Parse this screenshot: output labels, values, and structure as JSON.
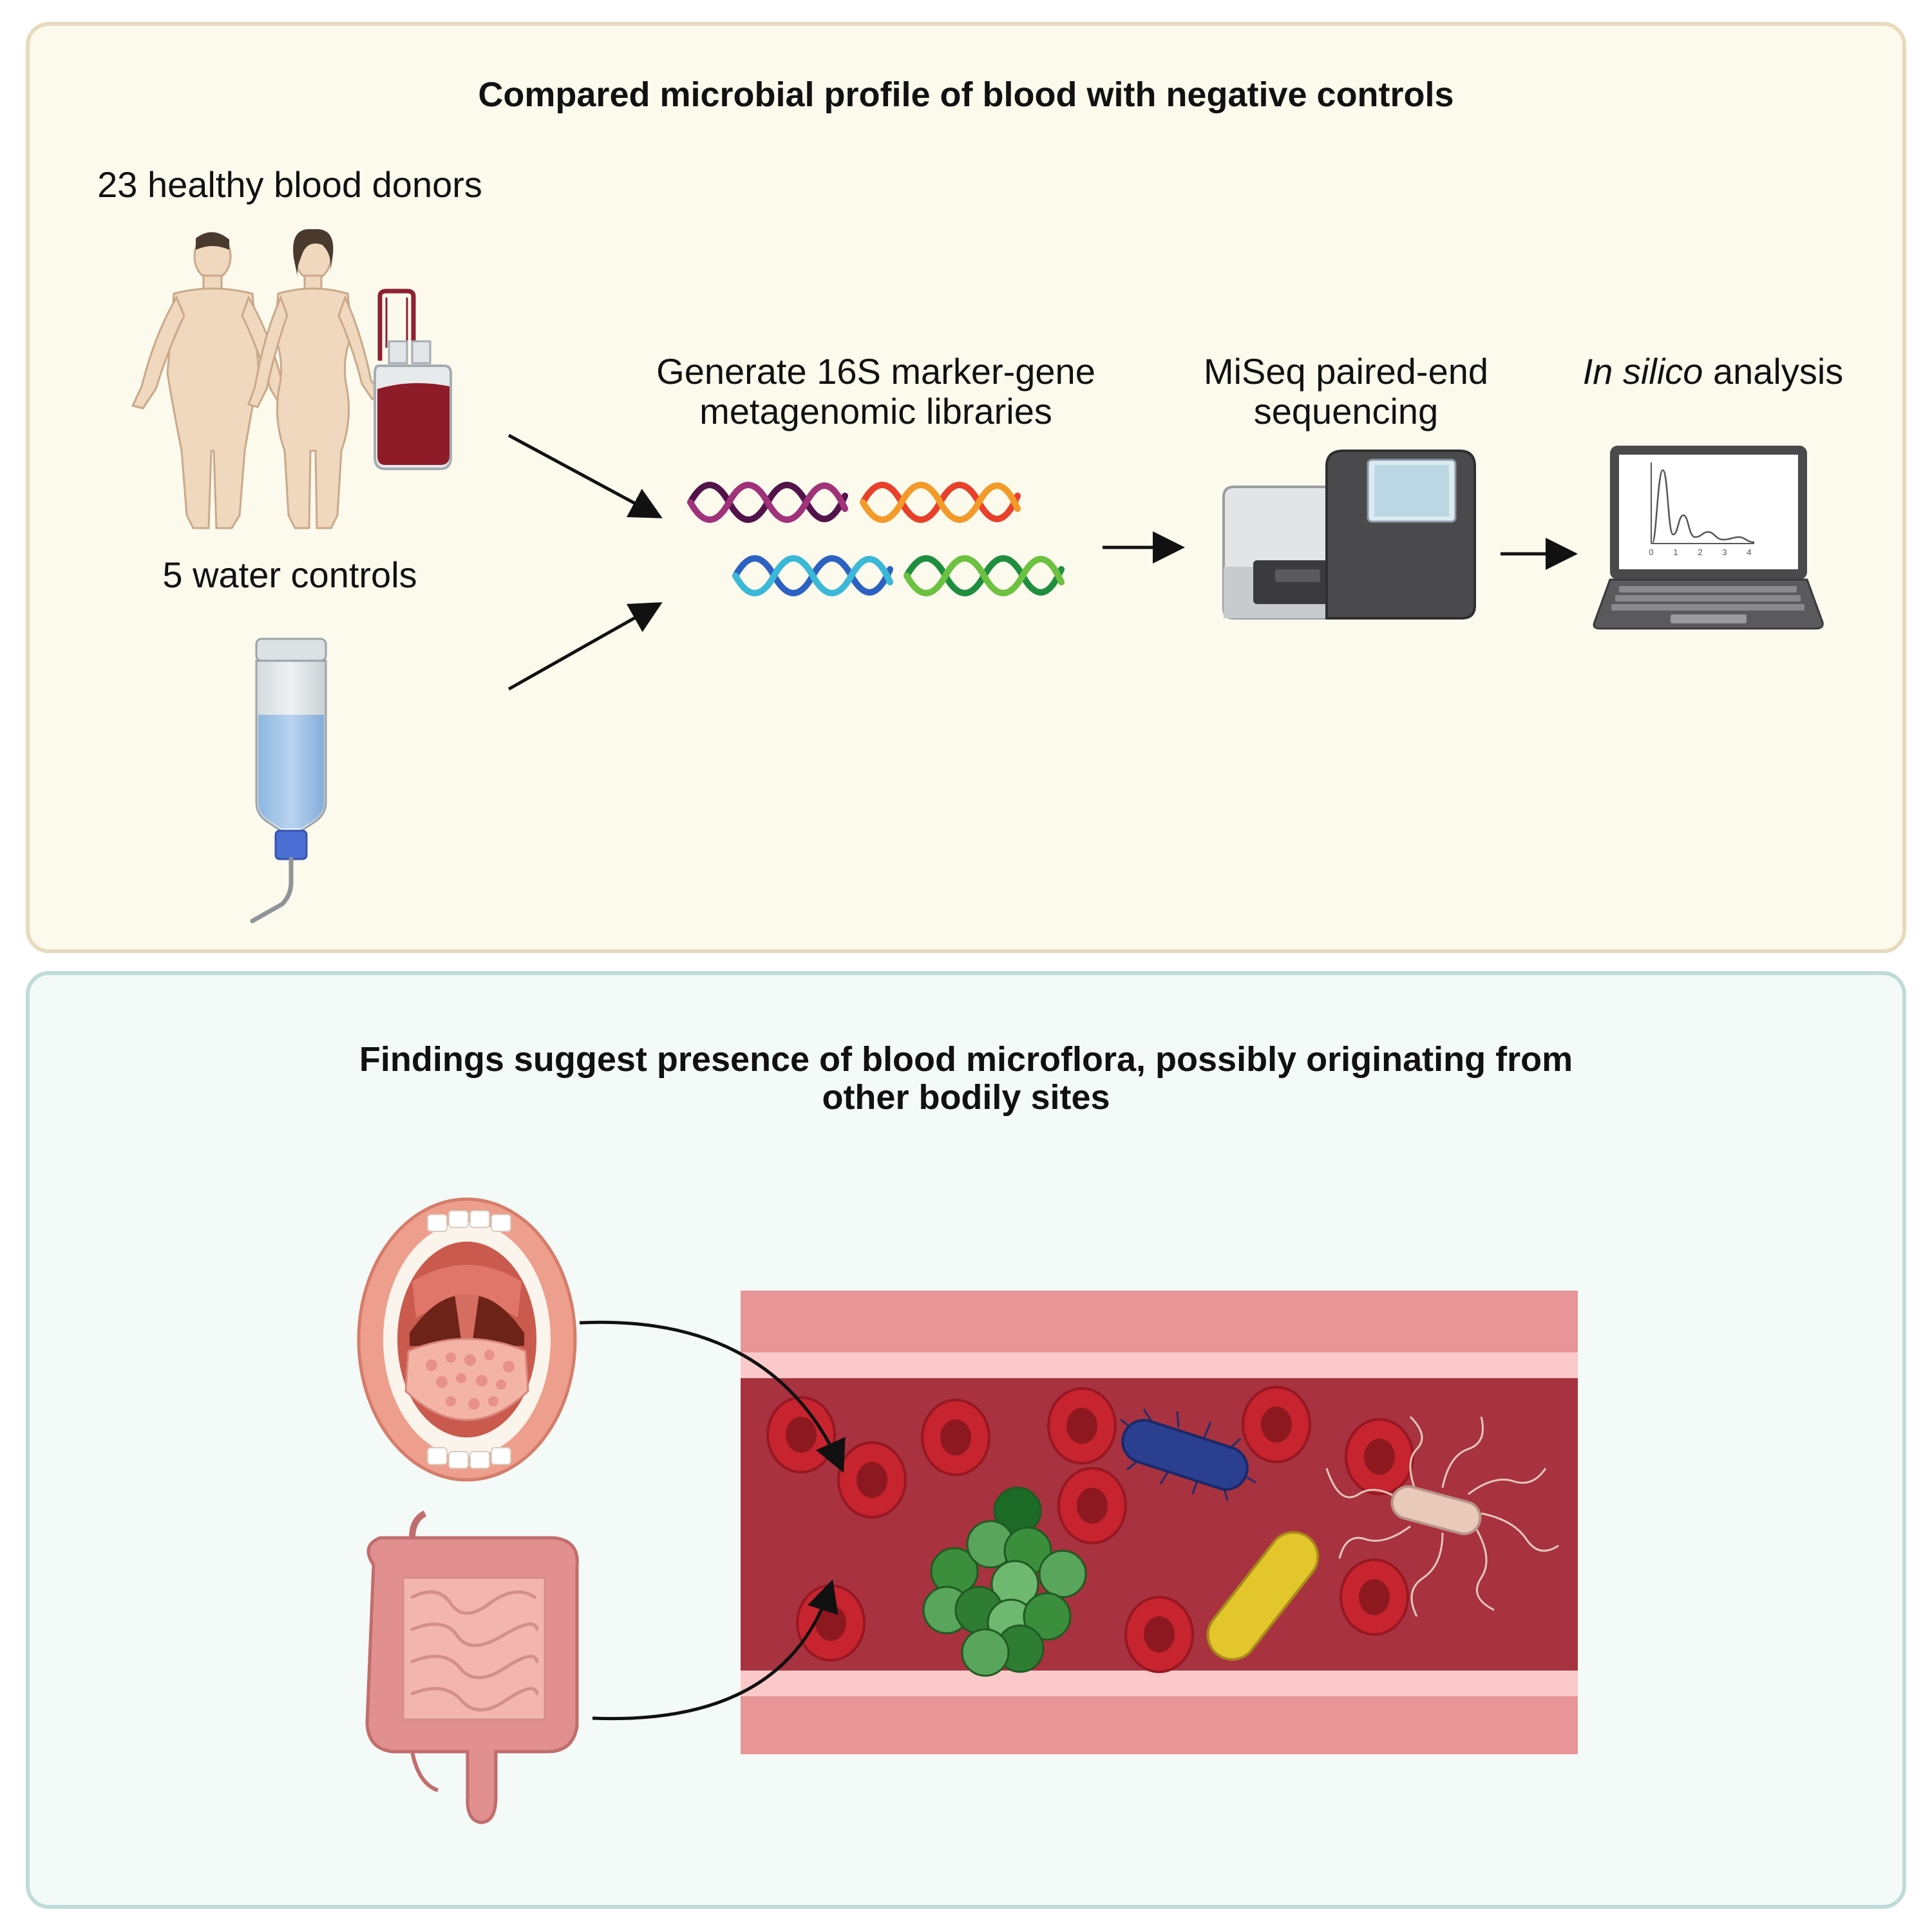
{
  "top_panel": {
    "title": "Compared microbial profile of blood with negative controls",
    "donors_label": "23 healthy blood donors",
    "controls_label": "5 water controls",
    "library_label": "Generate 16S marker-gene\nmetagenomic libraries",
    "sequencing_label": "MiSeq paired-end\nsequencing",
    "analysis_label_italic": "In silico",
    "analysis_label_rest": " analysis",
    "laptop_axis_ticks": [
      "0",
      "1",
      "2",
      "3",
      "4"
    ]
  },
  "bottom_panel": {
    "title": "Findings suggest presence of blood microflora, possibly originating from\nother bodily sites"
  },
  "colors": {
    "top_panel_bg": "#fcf9ed",
    "top_panel_border": "#e7dbbd",
    "bottom_panel_bg": "#f3faf8",
    "bottom_panel_border": "#bfdbd8",
    "blood": "#a8323f",
    "vessel_wall": "#e89598"
  }
}
